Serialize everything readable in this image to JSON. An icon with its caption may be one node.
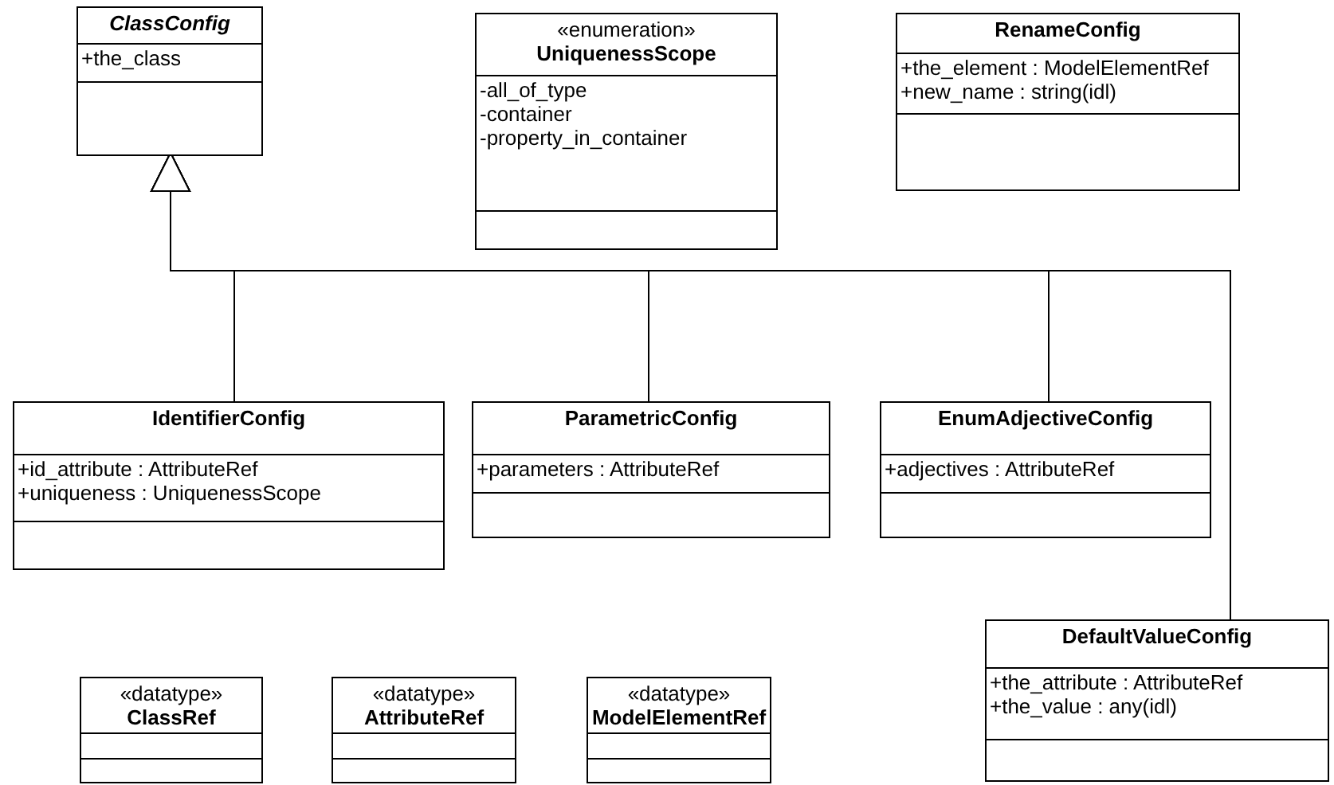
{
  "diagram": {
    "nodes": [
      {
        "text": [
          "ClassConfig",
          "+the_class"
        ]
      },
      {
        "text": [
          "«enumeration»",
          "UniquenessScope",
          "-all_of_type",
          "-container",
          "-property_in_container"
        ]
      },
      {
        "text": [
          "RenameConfig",
          "+the_element : ModelElementRef",
          "+new_name : string(idl)"
        ]
      },
      {
        "text": [
          "IdentifierConfig",
          "+id_attribute : AttributeRef",
          "+uniqueness : UniquenessScope"
        ]
      },
      {
        "text": [
          "ParametricConfig",
          "+parameters : AttributeRef"
        ]
      },
      {
        "text": [
          "EnumAdjectiveConfig",
          "+adjectives : AttributeRef"
        ]
      },
      {
        "text": [
          "«datatype»",
          "ClassRef"
        ]
      },
      {
        "text": [
          "«datatype»",
          "AttributeRef"
        ]
      },
      {
        "text": [
          "«datatype»",
          "ModelElementRef"
        ]
      },
      {
        "text": [
          "DefaultValueConfig",
          "+the_attribute : AttributeRef",
          "+the_value : any(idl)"
        ]
      }
    ],
    "edges": [
      {
        "from": 3,
        "to": 0,
        "arrow": "to"
      },
      {
        "from": 4,
        "to": 0,
        "arrow": "to"
      },
      {
        "from": 5,
        "to": 0,
        "arrow": "to"
      },
      {
        "from": 9,
        "to": 0,
        "arrow": "to"
      }
    ]
  }
}
